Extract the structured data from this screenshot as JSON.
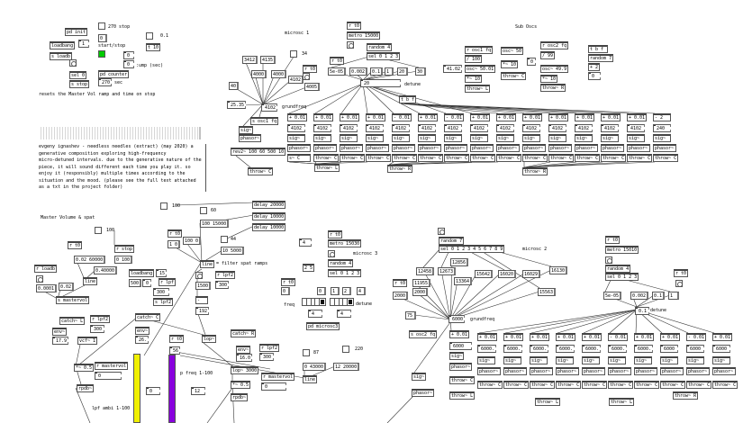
{
  "colors": {
    "toggle_on": "#00cc00",
    "slider_yellow": "#f0f000",
    "slider_purple": "#8800dd"
  },
  "objects": [
    {
      "t": "pd init",
      "k": "obj"
    },
    {
      "t": "270 stop",
      "k": "label"
    },
    {
      "t": "0",
      "k": "msg"
    },
    {
      "t": "loadbang",
      "k": "obj"
    },
    {
      "t": "1",
      "k": "num"
    },
    {
      "t": "start/stop",
      "k": "label"
    },
    {
      "t": "s loadb",
      "k": "obj"
    },
    {
      "t": "0",
      "k": "num"
    },
    {
      "t": "0",
      "k": "num"
    },
    {
      "t": ":ump (sec)",
      "k": "label"
    },
    {
      "t": "sel 0",
      "k": "obj"
    },
    {
      "t": "pd counter",
      "k": "obj"
    },
    {
      "t": "s stop",
      "k": "obj"
    },
    {
      "t": "270",
      "k": "num"
    },
    {
      "t": "sec",
      "k": "label"
    },
    {
      "t": "0.1",
      "k": "label"
    },
    {
      "t": "t 10",
      "k": "obj"
    },
    {
      "t": "resets the Master Vol ramp and time on stop",
      "k": "label"
    },
    {
      "t": "microsc 1",
      "k": "label"
    },
    {
      "t": "r t0",
      "k": "obj"
    },
    {
      "t": "metro 15000",
      "k": "obj"
    },
    {
      "t": "random 4",
      "k": "obj"
    },
    {
      "t": "sel 0 1 2 3",
      "k": "obj"
    },
    {
      "t": "r t0",
      "k": "obj"
    },
    {
      "t": "5e-05",
      "k": "msg"
    },
    {
      "t": "0.002",
      "k": "msg"
    },
    {
      "t": "0.1",
      "k": "msg"
    },
    {
      "t": "1",
      "k": "msg"
    },
    {
      "t": "20",
      "k": "msg"
    },
    {
      "t": "30",
      "k": "msg"
    },
    {
      "t": "20",
      "k": "num"
    },
    {
      "t": "detune",
      "k": "label"
    },
    {
      "t": "t b f",
      "k": "obj"
    },
    {
      "t": "3412",
      "k": "msg"
    },
    {
      "t": "4135",
      "k": "msg"
    },
    {
      "t": "34",
      "k": "label"
    },
    {
      "t": "4000",
      "k": "msg"
    },
    {
      "t": "4000",
      "k": "msg"
    },
    {
      "t": "r t0",
      "k": "obj"
    },
    {
      "t": "4102",
      "k": "msg"
    },
    {
      "t": "4005",
      "k": "msg"
    },
    {
      "t": "40",
      "k": "msg"
    },
    {
      "t": "25.35",
      "k": "num"
    },
    {
      "t": "4102",
      "k": "num"
    },
    {
      "t": "grundfreq",
      "k": "label"
    },
    {
      "t": "s osc1 fq",
      "k": "obj"
    },
    {
      "t": "sig~",
      "k": "obj"
    },
    {
      "t": "phasor~",
      "k": "obj"
    },
    {
      "t": "rev2~ 100 60 500 10",
      "k": "obj"
    },
    {
      "t": "throw~ C",
      "k": "obj"
    },
    {
      "t": "throw~ L",
      "k": "obj"
    },
    {
      "t": "throw~ R",
      "k": "obj"
    },
    {
      "t": "throw~ R",
      "k": "obj"
    },
    {
      "t": "Sub Oscs",
      "k": "label"
    },
    {
      "t": "r osc1 fq",
      "k": "obj"
    },
    {
      "t": "/ 100",
      "k": "obj"
    },
    {
      "t": "41.02",
      "k": "num"
    },
    {
      "t": "osc~ 50.01",
      "k": "obj"
    },
    {
      "t": "*~ 10",
      "k": "obj"
    },
    {
      "t": "throw~ L",
      "k": "obj"
    },
    {
      "t": "osc~ 50",
      "k": "obj"
    },
    {
      "t": "*~ 10",
      "k": "obj"
    },
    {
      "t": "throw~ C",
      "k": "obj"
    },
    {
      "t": "r osc2 fq",
      "k": "obj"
    },
    {
      "t": "/ 99",
      "k": "obj"
    },
    {
      "t": "0",
      "k": "num"
    },
    {
      "t": "osc~ 49.9",
      "k": "obj"
    },
    {
      "t": "*~ 10",
      "k": "obj"
    },
    {
      "t": "throw~ R",
      "k": "obj"
    },
    {
      "t": "t b f",
      "k": "obj"
    },
    {
      "t": "random 7",
      "k": "obj"
    },
    {
      "t": "+ 2",
      "k": "obj"
    },
    {
      "t": "0",
      "k": "num"
    },
    {
      "t": "Master Volume & spat",
      "k": "label"
    },
    {
      "t": "100",
      "k": "label"
    },
    {
      "t": "r t0",
      "k": "obj"
    },
    {
      "t": "0.02 60000",
      "k": "msg"
    },
    {
      "t": "r stop",
      "k": "obj"
    },
    {
      "t": "0 100",
      "k": "msg"
    },
    {
      "t": "0.40000",
      "k": "msg"
    },
    {
      "t": "r loadb",
      "k": "obj"
    },
    {
      "t": "line",
      "k": "obj"
    },
    {
      "t": "0.02",
      "k": "msg"
    },
    {
      "t": "0.0001",
      "k": "msg"
    },
    {
      "t": "s mastervol",
      "k": "obj"
    },
    {
      "t": "loadbang",
      "k": "obj"
    },
    {
      "t": "15",
      "k": "num"
    },
    {
      "t": "500",
      "k": "msg"
    },
    {
      "t": "0",
      "k": "num"
    },
    {
      "t": "r lpf",
      "k": "obj"
    },
    {
      "t": "300",
      "k": "num"
    },
    {
      "t": "s lpf2",
      "k": "obj"
    },
    {
      "t": "100",
      "k": "label"
    },
    {
      "t": "60",
      "k": "label"
    },
    {
      "t": "100 15000",
      "k": "msg"
    },
    {
      "t": "delay 20000",
      "k": "obj"
    },
    {
      "t": "delay 10000",
      "k": "obj"
    },
    {
      "t": "delay 10000",
      "k": "obj"
    },
    {
      "t": "r t0",
      "k": "obj"
    },
    {
      "t": "100 0",
      "k": "msg"
    },
    {
      "t": "1 0",
      "k": "msg"
    },
    {
      "t": "44",
      "k": "label"
    },
    {
      "t": "10 5000",
      "k": "msg"
    },
    {
      "t": "line",
      "k": "obj"
    },
    {
      "t": "= filter spat ramps",
      "k": "label"
    },
    {
      "t": "1500",
      "k": "msg"
    },
    {
      "t": "r lpf2",
      "k": "obj"
    },
    {
      "t": "300",
      "k": "num"
    },
    {
      "t": "-",
      "k": "obj"
    },
    {
      "t": "192",
      "k": "num"
    },
    {
      "t": "catch~ L",
      "k": "obj"
    },
    {
      "t": "r lpf2",
      "k": "obj"
    },
    {
      "t": "env~",
      "k": "obj"
    },
    {
      "t": "300",
      "k": "num"
    },
    {
      "t": "17.9",
      "k": "num"
    },
    {
      "t": "vcf~ 1",
      "k": "obj"
    },
    {
      "t": "*~ 0.5",
      "k": "obj"
    },
    {
      "t": "r mastervol",
      "k": "obj"
    },
    {
      "t": "0",
      "k": "num"
    },
    {
      "t": "rpdb~",
      "k": "obj"
    },
    {
      "t": "catch~ C",
      "k": "obj"
    },
    {
      "t": "env~",
      "k": "obj"
    },
    {
      "t": "26.",
      "k": "num"
    },
    {
      "t": "lop~",
      "k": "obj"
    },
    {
      "t": "lpf ambi 1-100",
      "k": "label"
    },
    {
      "t": "r t0",
      "k": "obj"
    },
    {
      "t": "56",
      "k": "num"
    },
    {
      "t": "p freq 1-100",
      "k": "label"
    },
    {
      "t": "0",
      "k": "num"
    },
    {
      "t": "12",
      "k": "num"
    },
    {
      "t": "catch~ R",
      "k": "obj"
    },
    {
      "t": "r lpf2",
      "k": "obj"
    },
    {
      "t": "env~",
      "k": "obj"
    },
    {
      "t": "300",
      "k": "num"
    },
    {
      "t": "16.0",
      "k": "num"
    },
    {
      "t": "lop~ 3000",
      "k": "obj"
    },
    {
      "t": "r mastervol",
      "k": "obj"
    },
    {
      "t": "0",
      "k": "num"
    },
    {
      "t": "*~ 0.5",
      "k": "obj"
    },
    {
      "t": "rpdb~",
      "k": "obj"
    },
    {
      "t": "87",
      "k": "label"
    },
    {
      "t": "0 43000",
      "k": "msg"
    },
    {
      "t": "220",
      "k": "label"
    },
    {
      "t": "12 20000",
      "k": "msg"
    },
    {
      "t": "line",
      "k": "obj"
    },
    {
      "t": "r t0",
      "k": "obj"
    },
    {
      "t": "metro 15030",
      "k": "obj"
    },
    {
      "t": "microsc 3",
      "k": "label"
    },
    {
      "t": "random 4",
      "k": "obj"
    },
    {
      "t": "sel 0 1 2 3",
      "k": "obj"
    },
    {
      "t": "4",
      "k": "num"
    },
    {
      "t": "2 5",
      "k": "obj"
    },
    {
      "t": "r t0",
      "k": "obj"
    },
    {
      "t": "0",
      "k": "msg"
    },
    {
      "t": "0",
      "k": "msg"
    },
    {
      "t": "1",
      "k": "msg"
    },
    {
      "t": "2",
      "k": "msg"
    },
    {
      "t": "4",
      "k": "msg"
    },
    {
      "t": "freq",
      "k": "label"
    },
    {
      "t": "detune",
      "k": "label"
    },
    {
      "t": "4",
      "k": "num"
    },
    {
      "t": "4",
      "k": "num"
    },
    {
      "t": "pd microsc3",
      "k": "obj"
    },
    {
      "t": "random 7",
      "k": "obj"
    },
    {
      "t": "sel 0 1 2 3 4 5 6 7 8 9",
      "k": "obj"
    },
    {
      "t": "microsc 2",
      "k": "label"
    },
    {
      "t": "12458",
      "k": "msg"
    },
    {
      "t": "12673",
      "k": "msg"
    },
    {
      "t": "12856",
      "k": "msg"
    },
    {
      "t": "13364",
      "k": "msg"
    },
    {
      "t": "15642",
      "k": "msg"
    },
    {
      "t": "16020",
      "k": "msg"
    },
    {
      "t": "16029",
      "k": "msg"
    },
    {
      "t": "16130",
      "k": "msg"
    },
    {
      "t": "15563",
      "k": "msg"
    },
    {
      "t": "r t0",
      "k": "obj"
    },
    {
      "t": "11955",
      "k": "msg"
    },
    {
      "t": "2000",
      "k": "msg"
    },
    {
      "t": "2000",
      "k": "msg"
    },
    {
      "t": "75",
      "k": "msg"
    },
    {
      "t": "6000",
      "k": "num"
    },
    {
      "t": "grundfreq",
      "k": "label"
    },
    {
      "t": "s osc2 fq",
      "k": "obj"
    },
    {
      "t": "+ 0.01",
      "k": "obj"
    },
    {
      "t": "6000",
      "k": "num"
    },
    {
      "t": "sig~",
      "k": "obj"
    },
    {
      "t": "phasor~",
      "k": "obj"
    },
    {
      "t": "throw~ C",
      "k": "obj"
    },
    {
      "t": "throw~ L",
      "k": "obj"
    },
    {
      "t": "sig~",
      "k": "obj"
    },
    {
      "t": "phasor~",
      "k": "obj"
    },
    {
      "t": "r t0",
      "k": "obj"
    },
    {
      "t": "metro 15010",
      "k": "obj"
    },
    {
      "t": "random 4",
      "k": "obj"
    },
    {
      "t": "sel 0 1 2 3",
      "k": "obj"
    },
    {
      "t": "r t0",
      "k": "obj"
    },
    {
      "t": "5e-05",
      "k": "msg"
    },
    {
      "t": "0.002",
      "k": "msg"
    },
    {
      "t": "0.1",
      "k": "msg"
    },
    {
      "t": "1",
      "k": "msg"
    },
    {
      "t": "0.1",
      "k": "num"
    },
    {
      "t": "detune",
      "k": "label"
    },
    {
      "t": "throw~ L",
      "k": "obj"
    },
    {
      "t": "throw~ L",
      "k": "obj"
    },
    {
      "t": "throw~ R",
      "k": "obj"
    }
  ],
  "description_comment": [
    "evgeny ignashev - needless needles (extract) (may 2020) a",
    "generative composition exploring high-frequency",
    "micro-detuned intervals. due to the generative nature of the",
    "piece, it will sound different each time you play it. so",
    "enjoy it (responsibly) multiple times according to the",
    "situation and the mood. (please see the full text attached",
    "as a txt in the project folder)"
  ],
  "columns1": [
    [
      "+ 0.01",
      "4102",
      "sig~",
      "phasor~",
      "s~ C"
    ],
    [
      "+ 0.01",
      "4102",
      "sig~",
      "phasor~",
      "throw~ C"
    ],
    [
      "+ 0.01",
      "4102",
      "sig~",
      "phasor~",
      "throw~ C"
    ],
    [
      "+ 0.01",
      "4102",
      "sig~",
      "phasor~",
      "throw~ C"
    ],
    [
      "- 0.01",
      "4102",
      "sig~",
      "phasor~",
      "throw~ C"
    ],
    [
      "+ 0.01",
      "4102",
      "sig~",
      "phasor~",
      "throw~ C"
    ],
    [
      "- 0.01",
      "4102",
      "sig~",
      "phasor~",
      "throw~ C"
    ],
    [
      "+ 0.01",
      "4102",
      "sig~",
      "phasor~",
      "throw~ C"
    ],
    [
      "+ 0.01",
      "4102",
      "sig~",
      "phasor~",
      "throw~ C"
    ],
    [
      "+ 0.01",
      "4102",
      "sig~",
      "phasor~",
      "throw~ C"
    ],
    [
      "+ 0.01",
      "4102",
      "sig~",
      "phasor~",
      "throw~ C"
    ],
    [
      "+ 0.01",
      "4102",
      "sig~",
      "phasor~",
      "throw~ C"
    ],
    [
      "+ 0.01",
      "4102",
      "sig~",
      "phasor~",
      "throw~ C"
    ],
    [
      "+ 0.01",
      "4102",
      "sig~",
      "phasor~",
      "throw~ C"
    ],
    [
      "- 2",
      "240",
      "sig~",
      "phasor~",
      "throw~ C"
    ]
  ],
  "columns2": [
    [
      "+ 0.01",
      "6000.",
      "sig~",
      "phasor~",
      "throw~ C"
    ],
    [
      "+ 0.01",
      "6000.",
      "sig~",
      "phasor~",
      "throw~ C"
    ],
    [
      "+ 0.01",
      "6000.",
      "sig~",
      "phasor~",
      "throw~ C"
    ],
    [
      "+ 0.01",
      "6000.",
      "sig~",
      "phasor~",
      "throw~ C"
    ],
    [
      "+ 0.01",
      "6000.",
      "sig~",
      "phasor~",
      "throw~ C"
    ],
    [
      "- 0.01",
      "6000.",
      "sig~",
      "phasor~",
      "throw~ C"
    ],
    [
      "+ 0.01",
      "6000.",
      "sig~",
      "phasor~",
      "throw~ C"
    ],
    [
      "+ 0.01",
      "6000",
      "sig~",
      "phasor~",
      "throw~ C"
    ],
    [
      "- 0.01",
      "6000",
      "sig~",
      "phasor~",
      "throw~ C"
    ],
    [
      "+ 0.01",
      "6000",
      "sig~",
      "phasor~",
      "throw~ C"
    ]
  ]
}
